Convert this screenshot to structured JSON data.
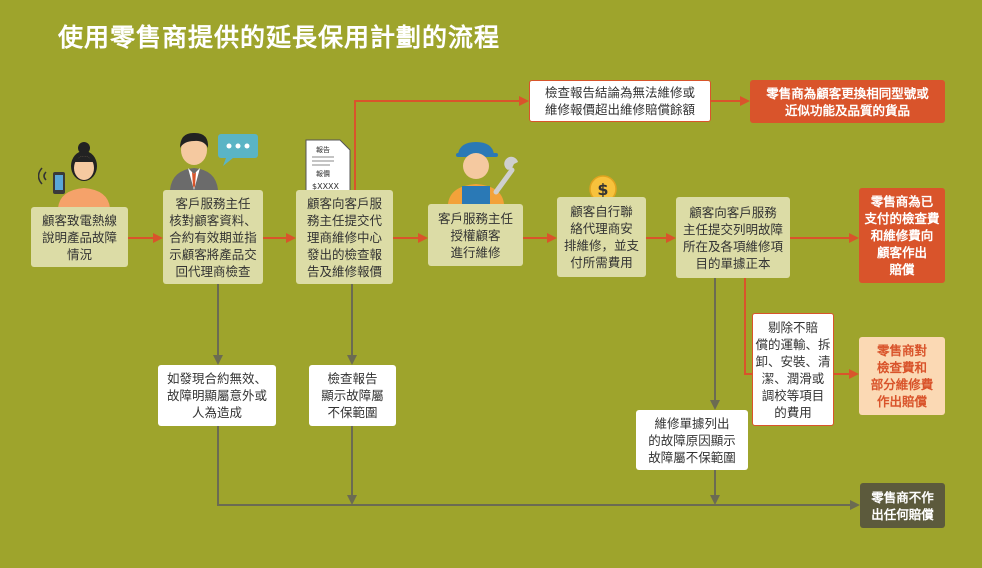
{
  "title": "使用零售商提供的延長保用計劃的流程",
  "colors": {
    "background": "#9ea42c",
    "step_box": "#dcdca6",
    "accent_red": "#d9542b",
    "flow_line_grey": "#6b6b52",
    "partial_box": "#fbd9b4",
    "final_box": "#5c5a3c"
  },
  "steps": {
    "s1": "顧客致電熱線\n說明產品故障\n情況",
    "s2": "客戶服務主任\n核對顧客資料、\n合約有效期並指\n示顧客將產品交\n回代理商檢查",
    "s3": "顧客向客戶服\n務主任提交代\n理商維修中心\n發出的檢查報\n告及維修報價",
    "s4": "客戶服務主任\n授權顧客\n進行維修",
    "s5": "顧客自行聯\n絡代理商安\n排維修，並支\n付所需費用",
    "s6": "顧客向客戶服務\n主任提交列明故障\n所在及各項維修項\n目的單據正本"
  },
  "branches": {
    "b_top": "檢查報告結論為無法維修或\n維修報價超出維修賠償餘額",
    "b_invalid": "如發現合約無效、\n故障明顯屬意外或\n人為造成",
    "b_report": "檢查報告\n顯示故障屬\n不保範圍",
    "b_receipt": "維修單據列出\n的故障原因顯示\n故障屬不保範圍",
    "b_deduct": "剔除不賠\n償的運輸、拆\n卸、安裝、清\n潔、潤滑或\n調校等項目\n的費用"
  },
  "outcomes": {
    "o_replace": "零售商為顧客更換相同型號或\n近似功能及品質的貨品",
    "o_full": "零售商為已\n支付的檢查費\n和維修費向\n顧客作出\n賠償",
    "o_partial": "零售商對\n檢查費和\n部分維修費\n作出賠償",
    "o_none": "零售商不作\n出任何賠償"
  },
  "icons": {
    "report_label_1": "報告",
    "report_label_2": "報價",
    "report_price": "$XXXX",
    "coin_symbol": "$"
  }
}
